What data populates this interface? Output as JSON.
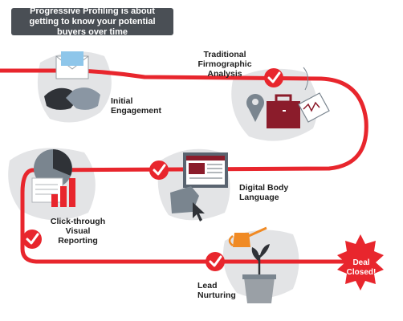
{
  "header": {
    "title": "Progressive Profiling is about getting to know your potential buyers over time"
  },
  "stages": [
    {
      "name": "Initial Engagement",
      "line1": "Initial",
      "line2": "Engagement"
    },
    {
      "name": "Traditional Firmographic Analysis",
      "line1": "Traditional",
      "line2": "Firmographic",
      "line3": "Analysis"
    },
    {
      "name": "Digital Body Language",
      "line1": "Digital Body",
      "line2": "Language"
    },
    {
      "name": "Click-through Visual Reporting",
      "line1": "Click-through",
      "line2": "Visual",
      "line3": "Reporting"
    },
    {
      "name": "Lead Nurturing",
      "line1": "Lead",
      "line2": "Nurturing"
    }
  ],
  "end": {
    "line1": "Deal",
    "line2": "Closed!"
  },
  "colors": {
    "path": "#e8262d",
    "banner": "#4a4f55",
    "blob": "#e3e4e6",
    "maroon": "#8b1c2b",
    "slate": "#5a6470"
  },
  "icons": [
    "envelope-icon",
    "handshake-icon",
    "map-pin-icon",
    "briefcase-icon",
    "price-tag-icon",
    "monitor-icon",
    "cursor-icon",
    "pie-chart-icon",
    "bar-chart-icon",
    "watering-can-icon",
    "plant-pot-icon",
    "check-icon"
  ]
}
